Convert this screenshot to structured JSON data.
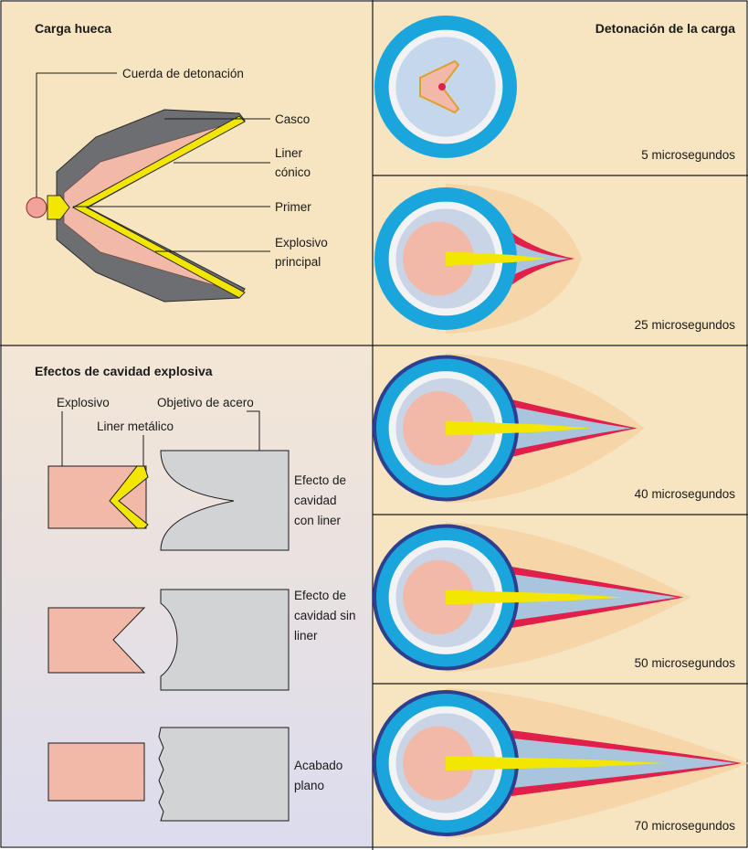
{
  "panels": {
    "shaped_charge": {
      "title": "Carga hueca",
      "labels": {
        "cord": "Cuerda de detonación",
        "casing": "Casco",
        "liner_line1": "Liner",
        "liner_line2": "cónico",
        "primer": "Primer",
        "main_line1": "Explosivo",
        "main_line2": "principal"
      }
    },
    "cavity_effects": {
      "title": "Efectos de cavidad explosiva",
      "labels": {
        "explosive": "Explosivo",
        "target": "Objetivo de acero",
        "metal_liner": "Liner metálico"
      },
      "cases": [
        {
          "line1": "Efecto de",
          "line2": "cavidad",
          "line3": "con liner"
        },
        {
          "line1": "Efecto de",
          "line2": "cavidad sin",
          "line3": "liner"
        },
        {
          "line1": "Acabado",
          "line2": "plano",
          "line3": ""
        }
      ]
    },
    "detonation": {
      "title": "Detonación de la carga",
      "stages": [
        {
          "time_label": "5 microsegundos",
          "jet_length": 0
        },
        {
          "time_label": "25 microsegundos",
          "jet_length": 0.28
        },
        {
          "time_label": "40 microsegundos",
          "jet_length": 0.55
        },
        {
          "time_label": "50 microsegundos",
          "jet_length": 0.75
        },
        {
          "time_label": "70 microsegundos",
          "jet_length": 1.0
        }
      ]
    }
  },
  "colors": {
    "panel_tan": "#f7e4c0",
    "panel_lavender": "#e6e2ee",
    "casing_gray": "#6d6e72",
    "explosive_pink": "#f2b8a8",
    "liner_yellow": "#f3e600",
    "steel_gray": "#d2d3d5",
    "ring_blue": "#1aa6dc",
    "ring_dark": "#2e3f8f",
    "jet_blue": "#a9c5dd",
    "front_red": "#e0204a"
  }
}
